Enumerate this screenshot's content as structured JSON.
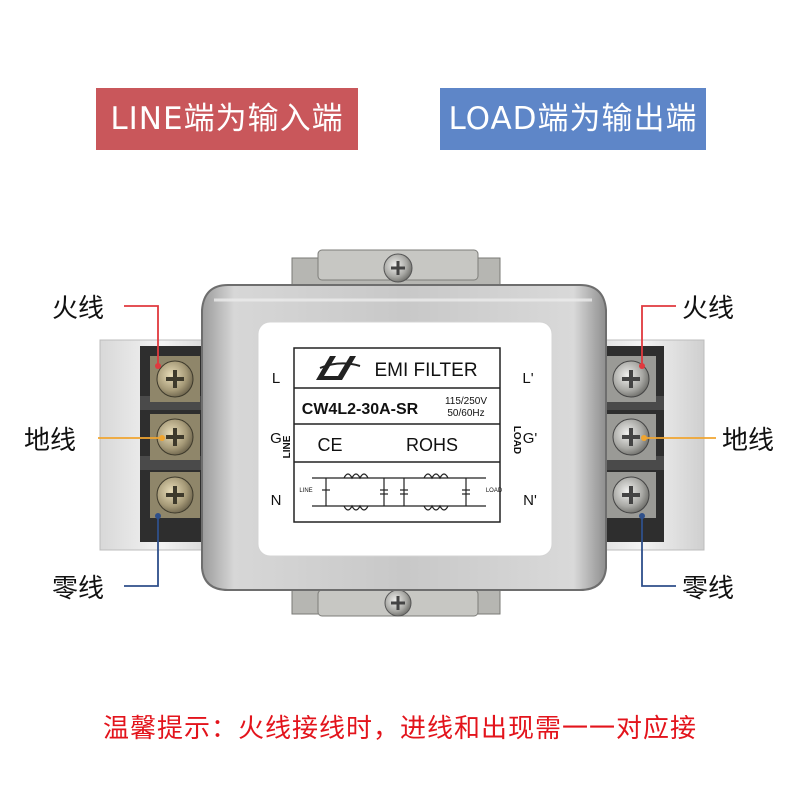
{
  "banners": {
    "line_banner": "LINE端为输入端",
    "load_banner": "LOAD端为输出端"
  },
  "wire_labels": {
    "left_live": "火线",
    "left_ground": "地线",
    "left_neutral": "零线",
    "right_live": "火线",
    "right_ground": "地线",
    "right_neutral": "零线"
  },
  "product_label": {
    "title": "EMI FILTER",
    "model": "CW4L2-30A-SR",
    "voltage": "115/250V",
    "frequency": "50/60Hz",
    "ce_mark": "CE",
    "rohs": "ROHS",
    "side_line": "LINE",
    "side_load": "LOAD",
    "terminal_l": "L",
    "terminal_g": "G",
    "terminal_n": "N",
    "terminal_l_out": "L'",
    "terminal_g_out": "G'",
    "terminal_n_out": "N'"
  },
  "tip": "温馨提示：火线接线时，进线和出现需一一对应接",
  "colors": {
    "line_banner": "#c9575b",
    "load_banner": "#5e86c8",
    "live_wire": "#e0393e",
    "ground_wire": "#f0a530",
    "neutral_wire": "#2e4f8a",
    "tip_text": "#e3141c"
  }
}
